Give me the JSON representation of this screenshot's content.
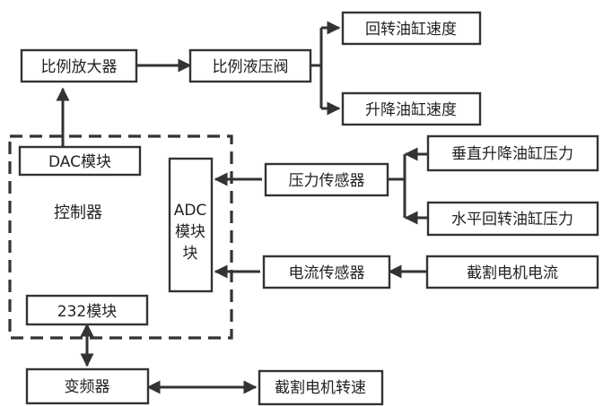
{
  "nodes": {
    "amplifier": "比例放大器",
    "valve": "比例液压阀",
    "rotary_speed": "回转油缸速度",
    "lift_speed": "升降油缸速度",
    "dac": "DAC模块",
    "controller": "控制器",
    "adc_lines": [
      "ADC",
      "模块",
      "块"
    ],
    "pressure_sensor": "压力传感器",
    "vertical_pressure": "垂直升降油缸压力",
    "horizontal_pressure": "水平回转油缸压力",
    "current_sensor": "电流传感器",
    "motor_current": "截割电机电流",
    "rs232": "232模块",
    "vfd": "变频器",
    "motor_speed": "截割电机转速"
  },
  "colors": {
    "line": "#333333",
    "text": "#222222",
    "background": "#ffffff"
  }
}
